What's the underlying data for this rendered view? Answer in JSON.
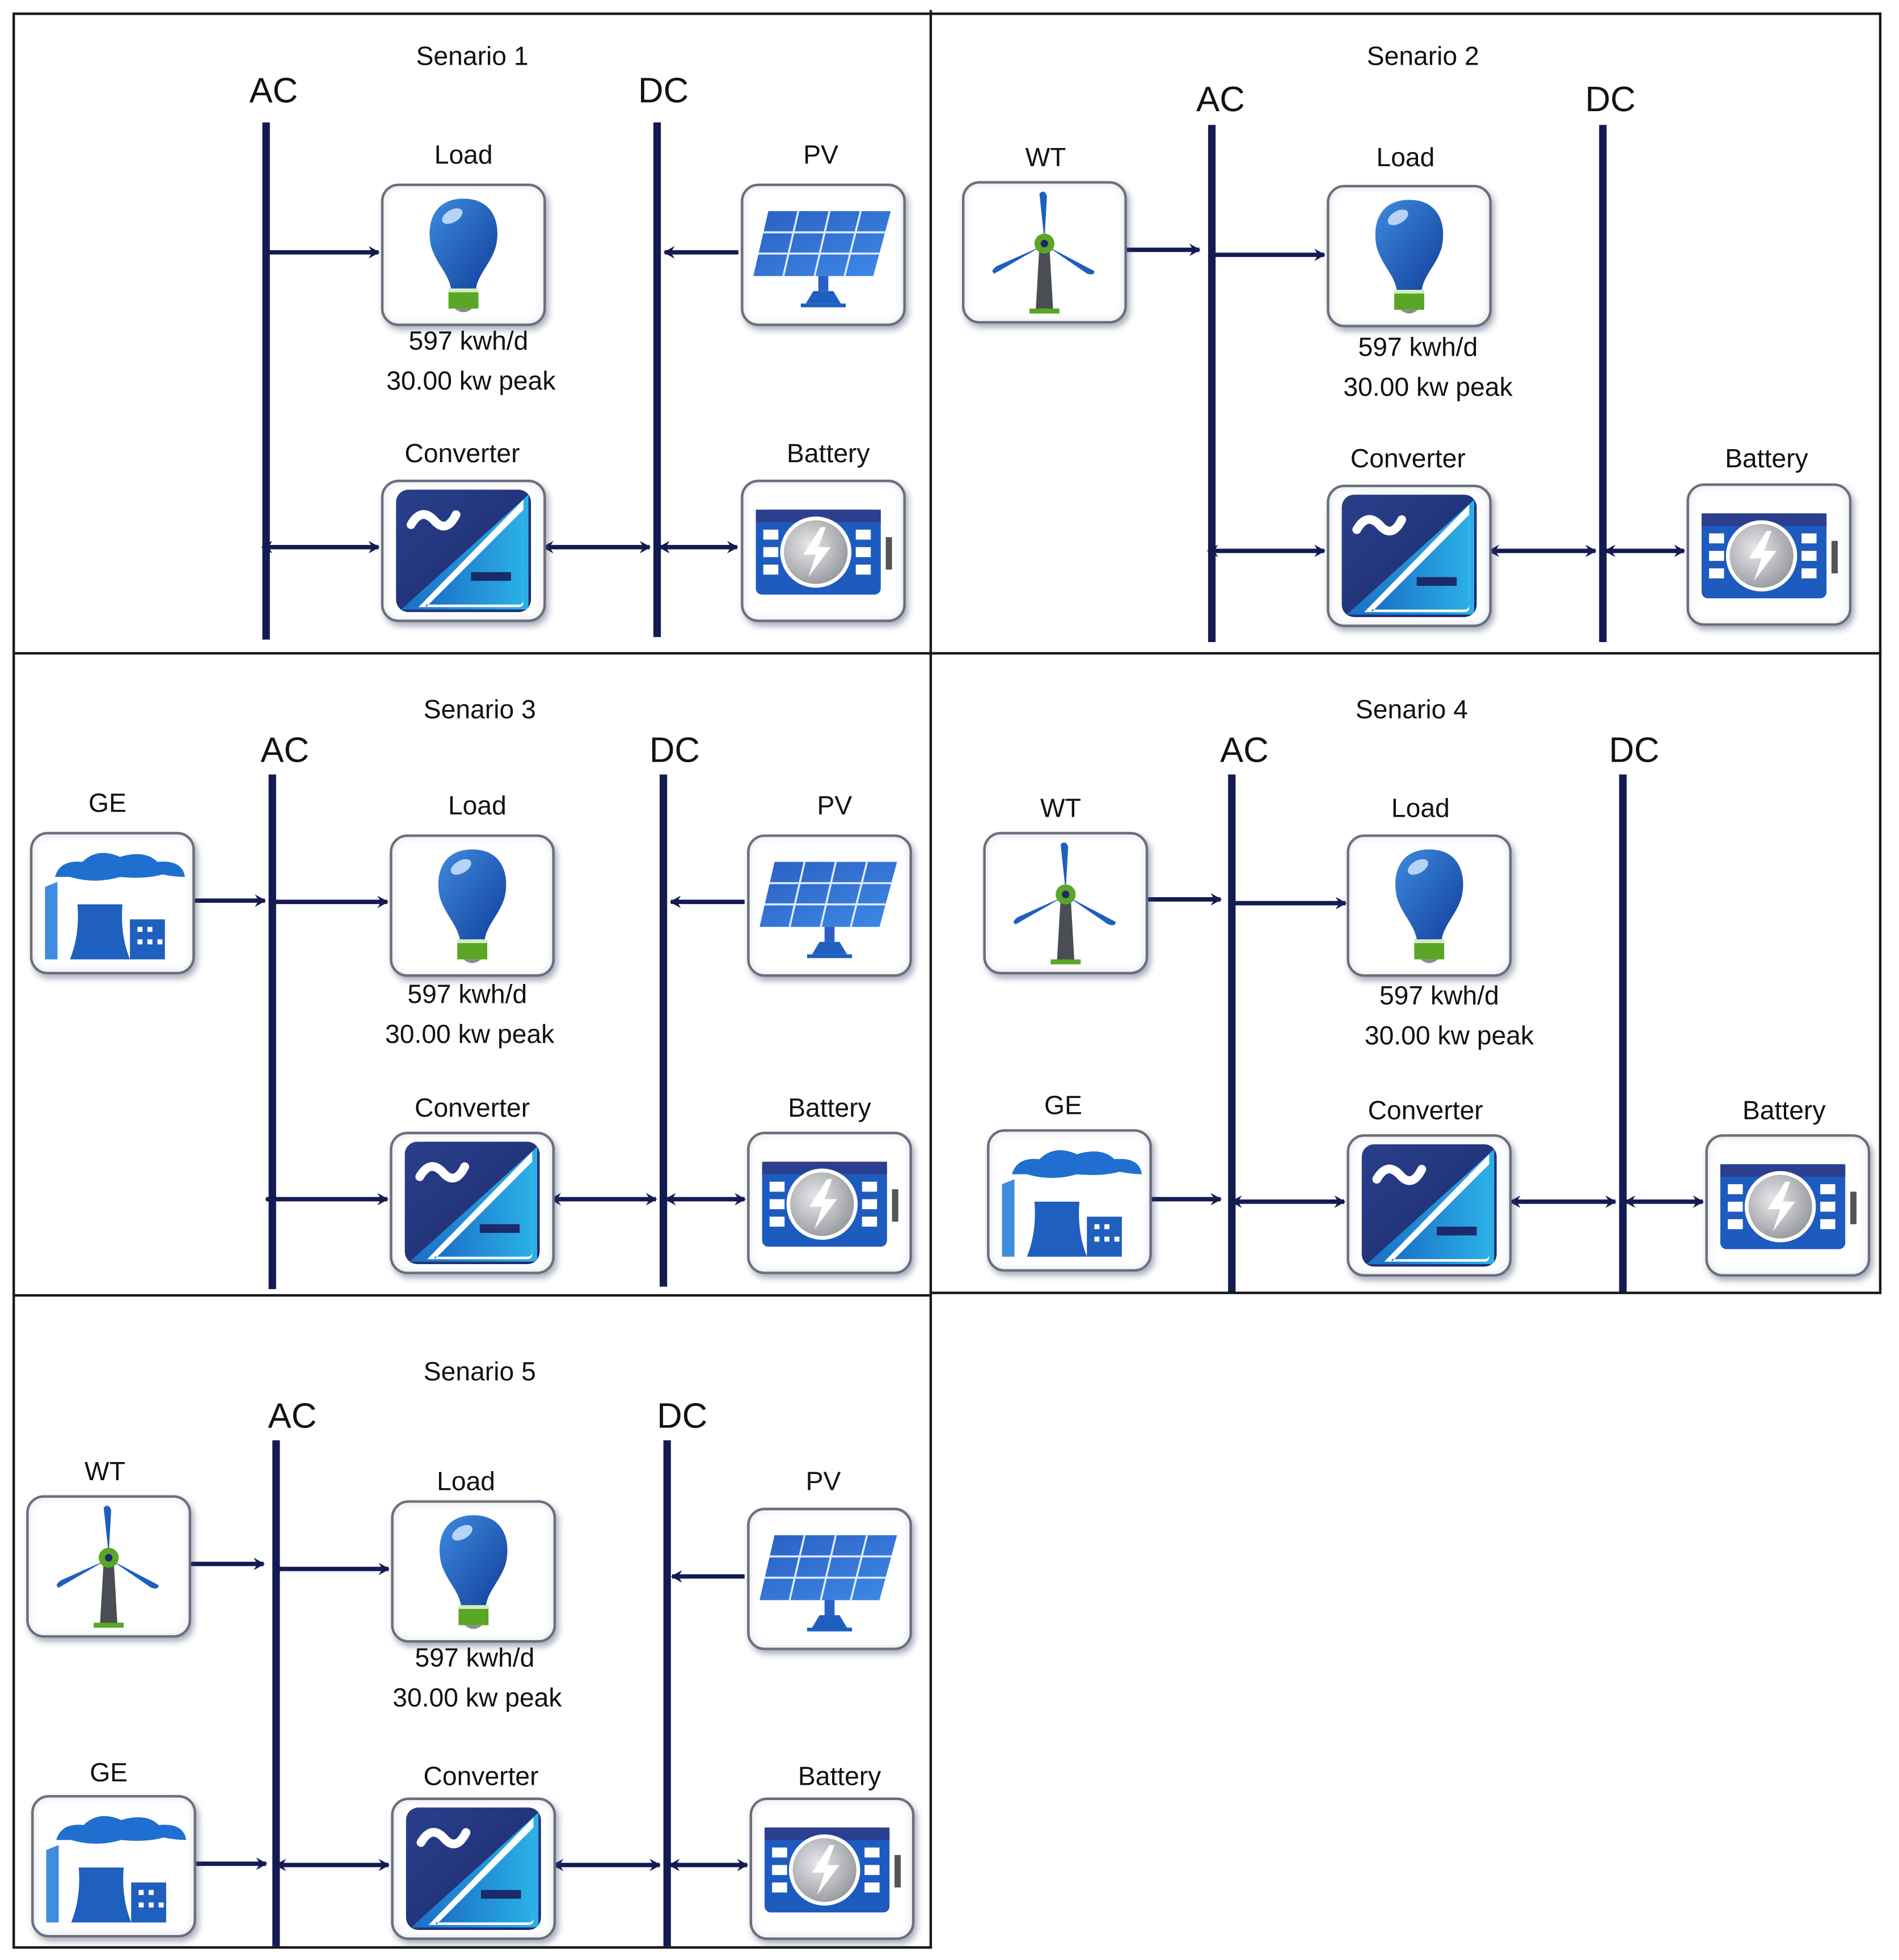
{
  "figure": {
    "colors": {
      "bus": "#141a52",
      "arrow": "#141a52",
      "icon_blue": "#1f5fbf",
      "bulb_base": "#5aa626"
    },
    "scenarios": [
      {
        "title": "Senario 1",
        "ac_label": "AC",
        "dc_label": "DC",
        "components": {
          "load": {
            "label": "Load",
            "energy": "597 kwh/d",
            "peak": "30.00 kw peak",
            "icon": "light-bulb-icon"
          },
          "pv": {
            "label": "PV",
            "icon": "solar-panel-icon"
          },
          "converter": {
            "label": "Converter",
            "icon": "converter-icon"
          },
          "battery": {
            "label": "Battery",
            "icon": "battery-icon"
          }
        }
      },
      {
        "title": "Senario 2",
        "ac_label": "AC",
        "dc_label": "DC",
        "components": {
          "wt": {
            "label": "WT",
            "icon": "wind-turbine-icon"
          },
          "load": {
            "label": "Load",
            "energy": "597 kwh/d",
            "peak": "30.00 kw peak",
            "icon": "light-bulb-icon"
          },
          "converter": {
            "label": "Converter",
            "icon": "converter-icon"
          },
          "battery": {
            "label": "Battery",
            "icon": "battery-icon"
          }
        }
      },
      {
        "title": "Senario 3",
        "ac_label": "AC",
        "dc_label": "DC",
        "components": {
          "ge": {
            "label": "GE",
            "icon": "power-plant-icon"
          },
          "load": {
            "label": "Load",
            "energy": "597 kwh/d",
            "peak": "30.00 kw peak",
            "icon": "light-bulb-icon"
          },
          "pv": {
            "label": "PV",
            "icon": "solar-panel-icon"
          },
          "converter": {
            "label": "Converter",
            "icon": "converter-icon"
          },
          "battery": {
            "label": "Battery",
            "icon": "battery-icon"
          }
        }
      },
      {
        "title": "Senario 4",
        "ac_label": "AC",
        "dc_label": "DC",
        "components": {
          "wt": {
            "label": "WT",
            "icon": "wind-turbine-icon"
          },
          "load": {
            "label": "Load",
            "energy": "597 kwh/d",
            "peak": "30.00 kw peak",
            "icon": "light-bulb-icon"
          },
          "ge": {
            "label": "GE",
            "icon": "power-plant-icon"
          },
          "converter": {
            "label": "Converter",
            "icon": "converter-icon"
          },
          "battery": {
            "label": "Battery",
            "icon": "battery-icon"
          }
        }
      },
      {
        "title": "Senario 5",
        "ac_label": "AC",
        "dc_label": "DC",
        "components": {
          "wt": {
            "label": "WT",
            "icon": "wind-turbine-icon"
          },
          "load": {
            "label": "Load",
            "energy": "597 kwh/d",
            "peak": "30.00 kw peak",
            "icon": "light-bulb-icon"
          },
          "pv": {
            "label": "PV",
            "icon": "solar-panel-icon"
          },
          "ge": {
            "label": "GE",
            "icon": "power-plant-icon"
          },
          "converter": {
            "label": "Converter",
            "icon": "converter-icon"
          },
          "battery": {
            "label": "Battery",
            "icon": "battery-icon"
          }
        }
      }
    ]
  }
}
